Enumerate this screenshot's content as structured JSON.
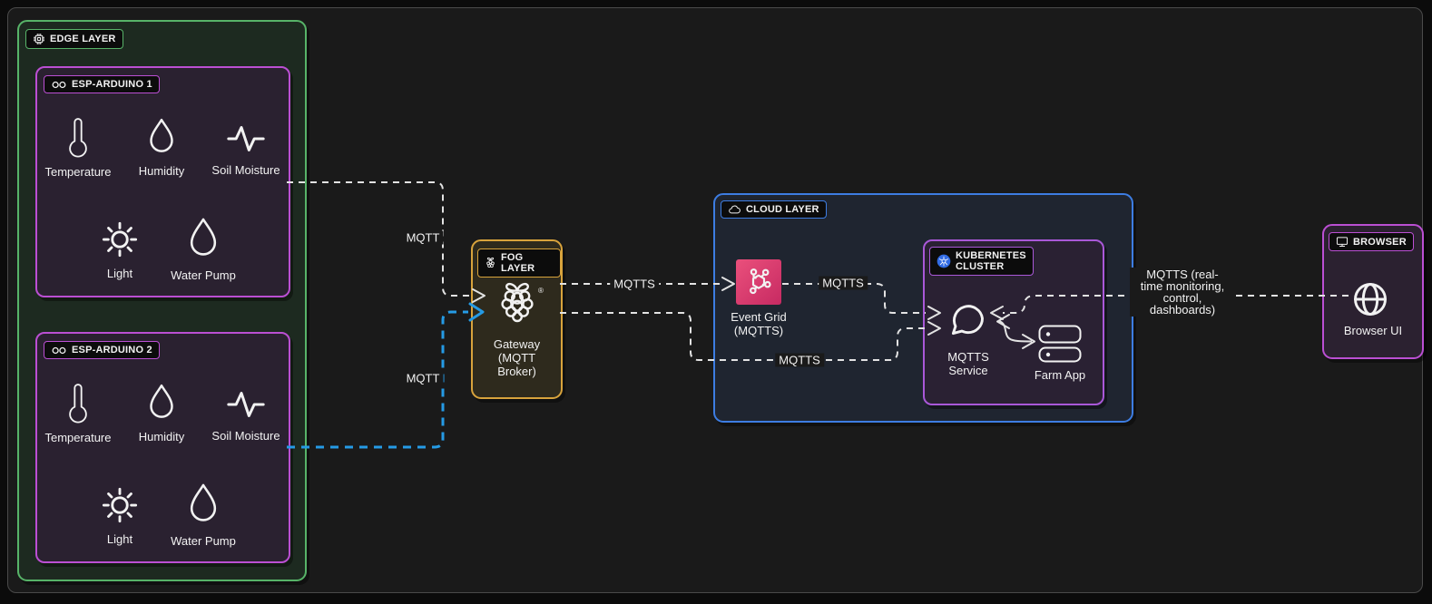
{
  "edge_layer": {
    "label": "EDGE LAYER",
    "badge_icon": "cpu-icon",
    "devices": [
      {
        "label": "ESP-ARDUINO 1",
        "badge_icon": "arduino-infinity-icon",
        "sensors": [
          {
            "label": "Temperature",
            "icon": "thermometer-icon"
          },
          {
            "label": "Humidity",
            "icon": "humidity-drop-icon"
          },
          {
            "label": "Soil Moisture",
            "icon": "soil-moisture-pulse-icon"
          },
          {
            "label": "Light",
            "icon": "light-sun-icon"
          },
          {
            "label": "Water Pump",
            "icon": "water-pump-drop-icon"
          }
        ]
      },
      {
        "label": "ESP-ARDUINO 2",
        "badge_icon": "arduino-infinity-icon",
        "sensors": [
          {
            "label": "Temperature",
            "icon": "thermometer-icon"
          },
          {
            "label": "Humidity",
            "icon": "humidity-drop-icon"
          },
          {
            "label": "Soil Moisture",
            "icon": "soil-moisture-pulse-icon"
          },
          {
            "label": "Light",
            "icon": "light-sun-icon"
          },
          {
            "label": "Water Pump",
            "icon": "water-pump-drop-icon"
          }
        ]
      }
    ]
  },
  "fog_layer": {
    "label": "FOG LAYER",
    "badge_icon": "raspberry-pi-icon",
    "gateway_label": "Gateway\n(MQTT\nBroker)",
    "gateway_icon": "raspberry-pi-logo",
    "registered_mark": "®"
  },
  "cloud_layer": {
    "label": "CLOUD LAYER",
    "badge_icon": "cloud-icon",
    "event_grid": {
      "label": "Event Grid\n(MQTTS)",
      "icon": "event-grid-icon"
    },
    "kubernetes": {
      "label": "KUBERNETES\nCLUSTER",
      "badge_icon": "kubernetes-icon",
      "mqtts_service": {
        "label": "MQTTS\nService",
        "icon": "chat-bubble-icon"
      },
      "farm_app": {
        "label": "Farm App",
        "icon": "server-stack-icon"
      }
    }
  },
  "browser": {
    "label": "BROWSER",
    "badge_icon": "monitor-icon",
    "ui_label": "Browser UI",
    "ui_icon": "globe-icon"
  },
  "connections": [
    {
      "from": "esp-arduino-1",
      "to": "gateway",
      "label": "MQTT",
      "style": "white-dashed"
    },
    {
      "from": "esp-arduino-2",
      "to": "gateway",
      "label": "MQTT",
      "style": "blue-dashed"
    },
    {
      "from": "gateway",
      "to": "event-grid",
      "label": "MQTTS",
      "style": "white-dashed"
    },
    {
      "from": "event-grid",
      "to": "mqtts-service",
      "label": "MQTTS",
      "style": "white-dashed"
    },
    {
      "from": "gateway",
      "to": "mqtts-service",
      "label": "MQTTS",
      "style": "white-dashed"
    },
    {
      "from": "browser",
      "to": "mqtts-service",
      "label": "MQTTS (real-\ntime monitoring,\ncontrol,\ndashboards)",
      "style": "white-dashed"
    },
    {
      "from": "mqtts-service",
      "to": "farm-app",
      "label": "",
      "style": "white-solid-bidirectional"
    }
  ],
  "colors": {
    "edge-green": "#57b368",
    "device-purple": "#bb4fd3",
    "fog-orange": "#d8a33c",
    "cloud-blue": "#3d7de2",
    "k8s-purple": "#a958d8",
    "k8s-icon-blue": "#326ce5",
    "eventgrid-pink-1": "#ea507c",
    "eventgrid-pink-2": "#c72a62",
    "mqtt-line-blue": "#259be5",
    "line-white": "#e3e3e3"
  }
}
